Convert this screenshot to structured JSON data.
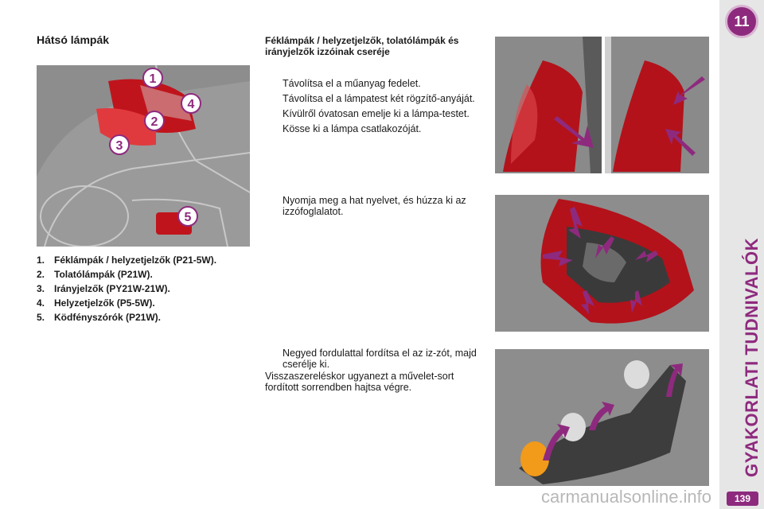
{
  "chapter": {
    "number": "11",
    "title": "GYAKORLATI TUDNIVALÓK",
    "page": "139"
  },
  "section_title": "Hátsó lámpák",
  "bulb_list": [
    {
      "num": "1.",
      "text": "Féklámpák / helyzetjelzők (P21-5W)."
    },
    {
      "num": "2.",
      "text": "Tolatólámpák (P21W)."
    },
    {
      "num": "3.",
      "text": "Irányjelzők (PY21W-21W)."
    },
    {
      "num": "4.",
      "text": "Helyzetjelzők (P5-5W)."
    },
    {
      "num": "5.",
      "text": "Ködfényszórók (P21W)."
    }
  ],
  "callouts": [
    "1",
    "2",
    "3",
    "4",
    "5"
  ],
  "subsection_title": "Féklámpák / helyzetjelzők, tolatólámpák és irányjelzők izzóinak cseréje",
  "steps_a": [
    "Távolítsa el a műanyag fedelet.",
    "Távolítsa el a lámpatest két rögzítő-anyáját.",
    "Kívülről óvatosan emelje ki a lámpa-testet.",
    "Kösse ki a lámpa csatlakozóját."
  ],
  "steps_b": [
    "Nyomja meg a hat nyelvet, és húzza ki az izzófoglalatot."
  ],
  "steps_c": [
    "Negyed fordulattal fordítsa el az iz-zót, majd cserélje ki."
  ],
  "note": "Visszaszereléskor ugyanezt a művelet-sort fordított sorrendben hajtsa végre.",
  "bullet_symbol": "",
  "watermark": "carmanualsonline.info",
  "colors": {
    "accent": "#8e2a7e",
    "lamp_red": "#c0141c",
    "arrow": "#8e2a7e",
    "photo_bg": "#7a7a7a"
  }
}
